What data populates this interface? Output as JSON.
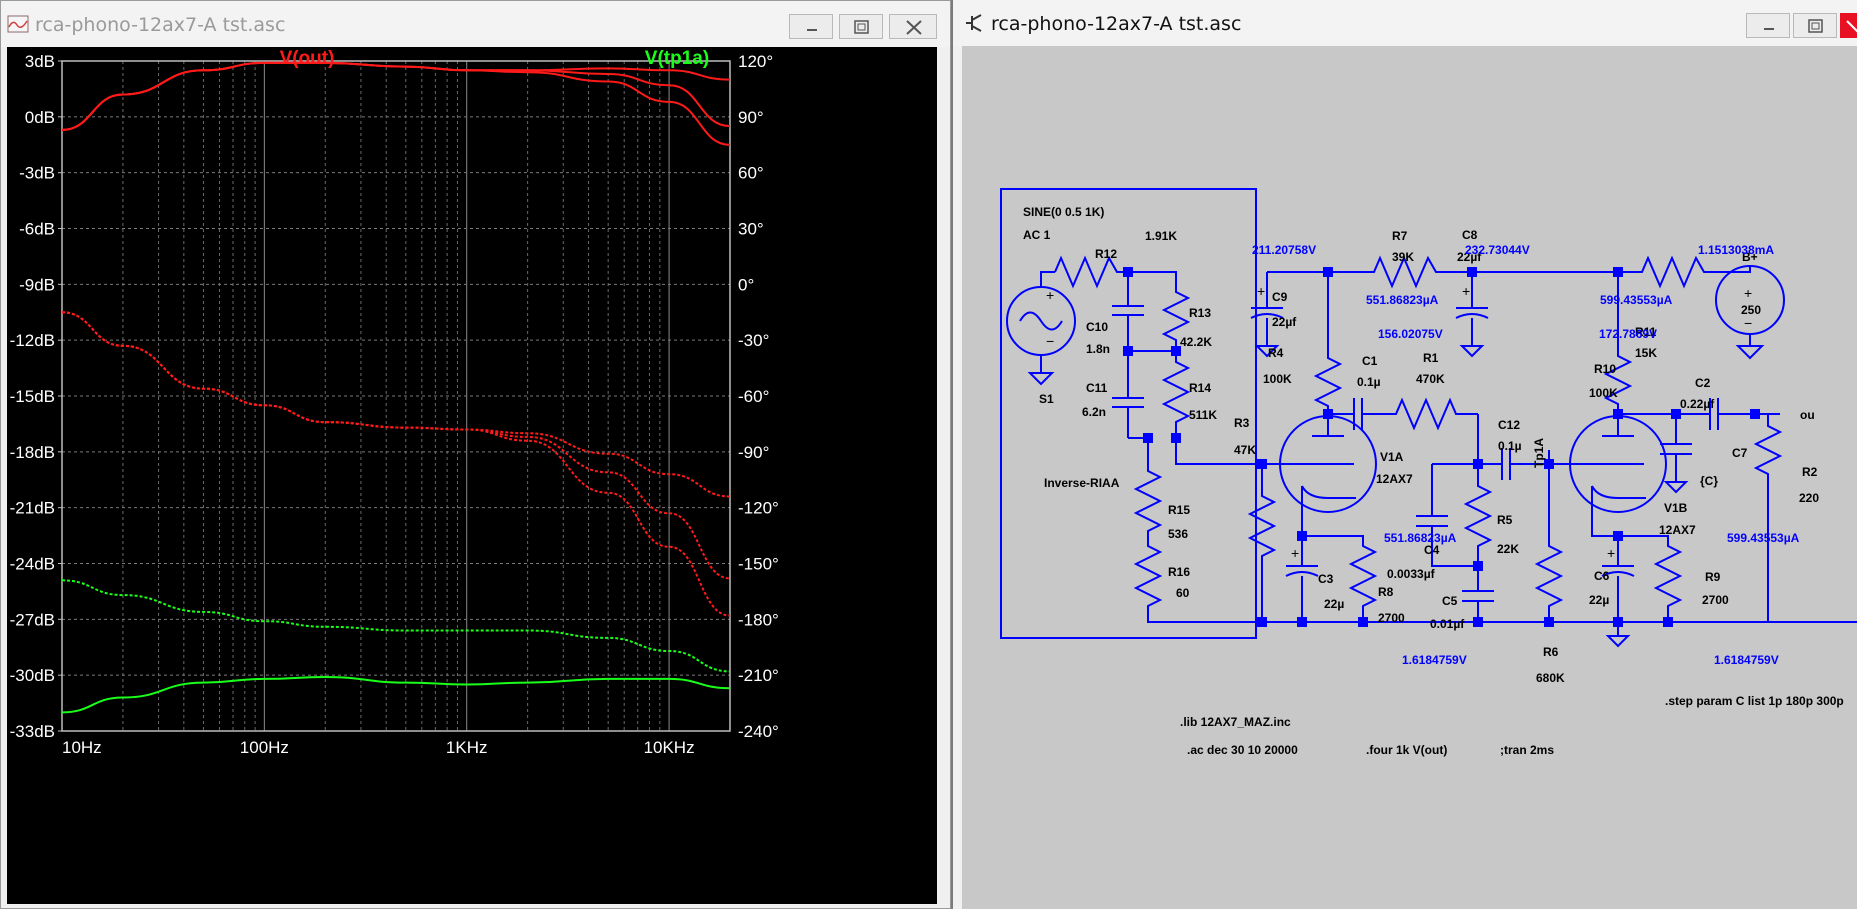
{
  "left_window": {
    "title": "rca-phono-12ax7-A tst.asc",
    "buttons": [
      "minimize",
      "maximize",
      "close"
    ]
  },
  "right_window": {
    "title": "rca-phono-12ax7-A tst.asc",
    "buttons": [
      "minimize",
      "maximize",
      "close"
    ]
  },
  "plot": {
    "background": "#000000",
    "traces": [
      {
        "label": "V(out)",
        "color": "#ff1a1a"
      },
      {
        "label": "V(tp1a)",
        "color": "#1aff1a"
      }
    ],
    "y_left_ticks": [
      "3dB",
      "0dB",
      "-3dB",
      "-6dB",
      "-9dB",
      "-12dB",
      "-15dB",
      "-18dB",
      "-21dB",
      "-24dB",
      "-27dB",
      "-30dB",
      "-33dB"
    ],
    "y_right_ticks": [
      "120°",
      "90°",
      "60°",
      "30°",
      "0°",
      "-30°",
      "-60°",
      "-90°",
      "-120°",
      "-150°",
      "-180°",
      "-210°",
      "-240°"
    ],
    "x_ticks": [
      "10Hz",
      "100Hz",
      "1KHz",
      "10KHz"
    ]
  },
  "chart_data": {
    "type": "line",
    "x_scale": "log",
    "xlim": [
      10,
      20000
    ],
    "ylim_left": [
      -33,
      3
    ],
    "ylim_right": [
      -240,
      120
    ],
    "y_left_unit": "dB",
    "y_right_unit": "°",
    "grid": true,
    "series": [
      {
        "name": "V(out)",
        "kind": "magnitude",
        "color": "#ff1a1a",
        "x": [
          10,
          20,
          50,
          100,
          200,
          500,
          1000,
          2000,
          5000,
          10000,
          20000
        ],
        "curves": [
          [
            -0.7,
            1.2,
            2.5,
            2.9,
            2.9,
            2.7,
            2.5,
            2.5,
            2.6,
            2.5,
            2.0
          ],
          [
            -0.7,
            1.2,
            2.5,
            2.9,
            2.9,
            2.7,
            2.5,
            2.5,
            2.3,
            1.7,
            -0.5
          ],
          [
            -0.7,
            1.2,
            2.5,
            2.9,
            2.9,
            2.7,
            2.5,
            2.4,
            1.9,
            0.8,
            -1.5
          ]
        ]
      },
      {
        "name": "V(out)",
        "kind": "phase",
        "color": "#ff1a1a",
        "x": [
          10,
          20,
          50,
          100,
          200,
          500,
          1000,
          2000,
          5000,
          10000,
          20000
        ],
        "curves": [
          [
            -15,
            -33,
            -56,
            -65,
            -74,
            -77,
            -78,
            -80,
            -91,
            -102,
            -114
          ],
          [
            -15,
            -33,
            -56,
            -65,
            -74,
            -77,
            -78,
            -82,
            -101,
            -123,
            -158
          ],
          [
            -15,
            -33,
            -56,
            -65,
            -74,
            -77,
            -78,
            -84,
            -112,
            -141,
            -178
          ]
        ]
      },
      {
        "name": "V(tp1a)",
        "kind": "magnitude",
        "color": "#1aff1a",
        "x": [
          10,
          20,
          50,
          100,
          200,
          500,
          1000,
          2000,
          5000,
          10000,
          20000
        ],
        "curves": [
          [
            -32.0,
            -31.2,
            -30.4,
            -30.2,
            -30.1,
            -30.4,
            -30.5,
            -30.4,
            -30.2,
            -30.2,
            -30.7
          ]
        ]
      },
      {
        "name": "V(tp1a)",
        "kind": "phase",
        "color": "#1aff1a",
        "x": [
          10,
          20,
          50,
          100,
          200,
          500,
          1000,
          2000,
          5000,
          10000,
          20000
        ],
        "curves": [
          [
            -159,
            -167,
            -176,
            -181,
            -184,
            -186,
            -186,
            -186,
            -190,
            -197,
            -208
          ]
        ]
      }
    ]
  },
  "schematic": {
    "net_color": "#0000ff",
    "labels": {
      "sine": "SINE(0 0.5 1K)",
      "ac": "AC 1",
      "s1": "S1",
      "inverse": "Inverse-RIAA",
      "r12": "R12",
      "r12v": "1.91K",
      "c10": "C10",
      "c10v": "1.8n",
      "r13": "R13",
      "r13v": "42.2K",
      "c11": "C11",
      "c11v": "6.2n",
      "r14": "R14",
      "r14v": "511K",
      "r15": "R15",
      "r15v": "536",
      "r16": "R16",
      "r16v": "60",
      "r3": "R3",
      "r3v": "47K",
      "c9": "C9",
      "c9v": "22µf",
      "r4": "R4",
      "r4v": "100K",
      "r7": "R7",
      "r7v": "39K",
      "c8": "C8",
      "c8v": "22µf",
      "c1": "C1",
      "c1v": "0.1µ",
      "r1": "R1",
      "r1v": "470K",
      "v1a": "V1A",
      "v1av": "12AX7",
      "c12": "C12",
      "c12v": "0.1µ",
      "tp1a": "Tp1A",
      "r5": "R5",
      "r5v": "22K",
      "c4": "C4",
      "c4v": "0.0033µf",
      "c5": "C5",
      "c5v": "0.01µf",
      "c3": "C3",
      "c3v": "22µ",
      "r8": "R8",
      "r8v": "2700",
      "r6": "R6",
      "r6v": "680K",
      "r10": "R10",
      "r10v": "100K",
      "r11": "R11",
      "r11v": "15K",
      "bplus": "B+",
      "bplusv": "250",
      "c2": "C2",
      "c2v": "0.22µf",
      "c7": "C7",
      "c7v": "{C}",
      "v1b": "V1B",
      "v1bv": "12AX7",
      "c6": "C6",
      "c6v": "22µ",
      "r9": "R9",
      "r9v": "2700",
      "r2": "R2",
      "r2v": "220",
      "out": "ou",
      "op1": "211.20758V",
      "op2": "551.86823µA",
      "op3": "156.02075V",
      "op4": "232.73044V",
      "op5": "599.43553µA",
      "op6": "172.7869V",
      "op7": "1.1513038mA",
      "op8": "551.86823µA",
      "op9": "599.43553µA",
      "op10": "1.6184759V",
      "op11": "1.6184759V",
      "lib": ".lib 12AX7_MAZ.inc",
      "ac_cmd": ".ac dec 30 10 20000",
      "four": ".four 1k V(out)",
      "tran": ";tran 2ms",
      "step": ".step param C list 1p 180p 300p"
    }
  }
}
